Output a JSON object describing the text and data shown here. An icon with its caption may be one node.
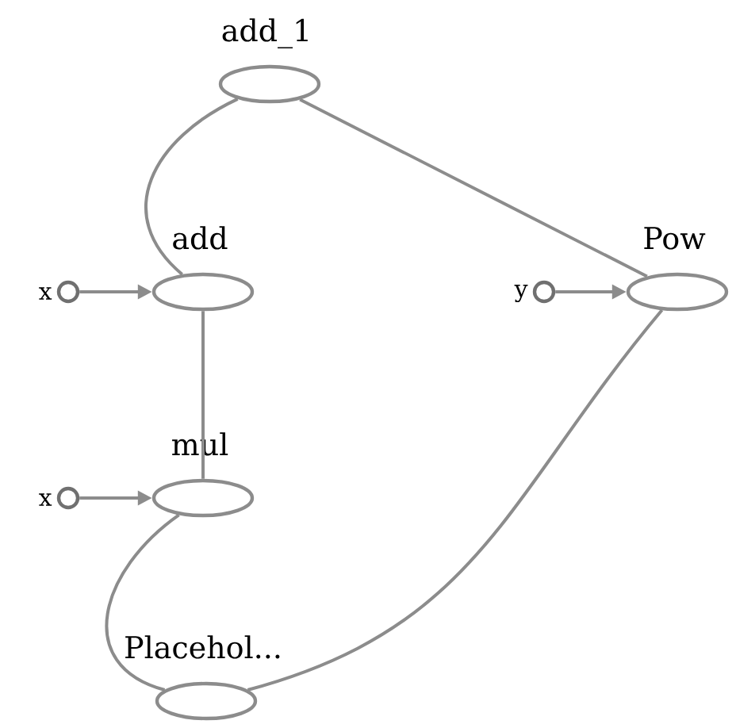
{
  "diagram": {
    "nodes": [
      {
        "text": [
          "add_1"
        ]
      },
      {
        "text": [
          "x"
        ]
      },
      {
        "text": [
          "add"
        ]
      },
      {
        "text": [
          "y"
        ]
      },
      {
        "text": [
          "Pow"
        ]
      },
      {
        "text": [
          "x"
        ]
      },
      {
        "text": [
          "mul"
        ]
      },
      {
        "text": [
          "Placehol..."
        ]
      }
    ],
    "edges": [
      {
        "from": 0,
        "to": 2,
        "arrow": "none"
      },
      {
        "from": 0,
        "to": 4,
        "arrow": "none"
      },
      {
        "from": 1,
        "to": 2,
        "arrow": "to"
      },
      {
        "from": 3,
        "to": 4,
        "arrow": "to"
      },
      {
        "from": 2,
        "to": 6,
        "arrow": "none"
      },
      {
        "from": 5,
        "to": 6,
        "arrow": "to"
      },
      {
        "from": 6,
        "to": 7,
        "arrow": "none"
      },
      {
        "from": 4,
        "to": 7,
        "arrow": "none"
      }
    ]
  }
}
